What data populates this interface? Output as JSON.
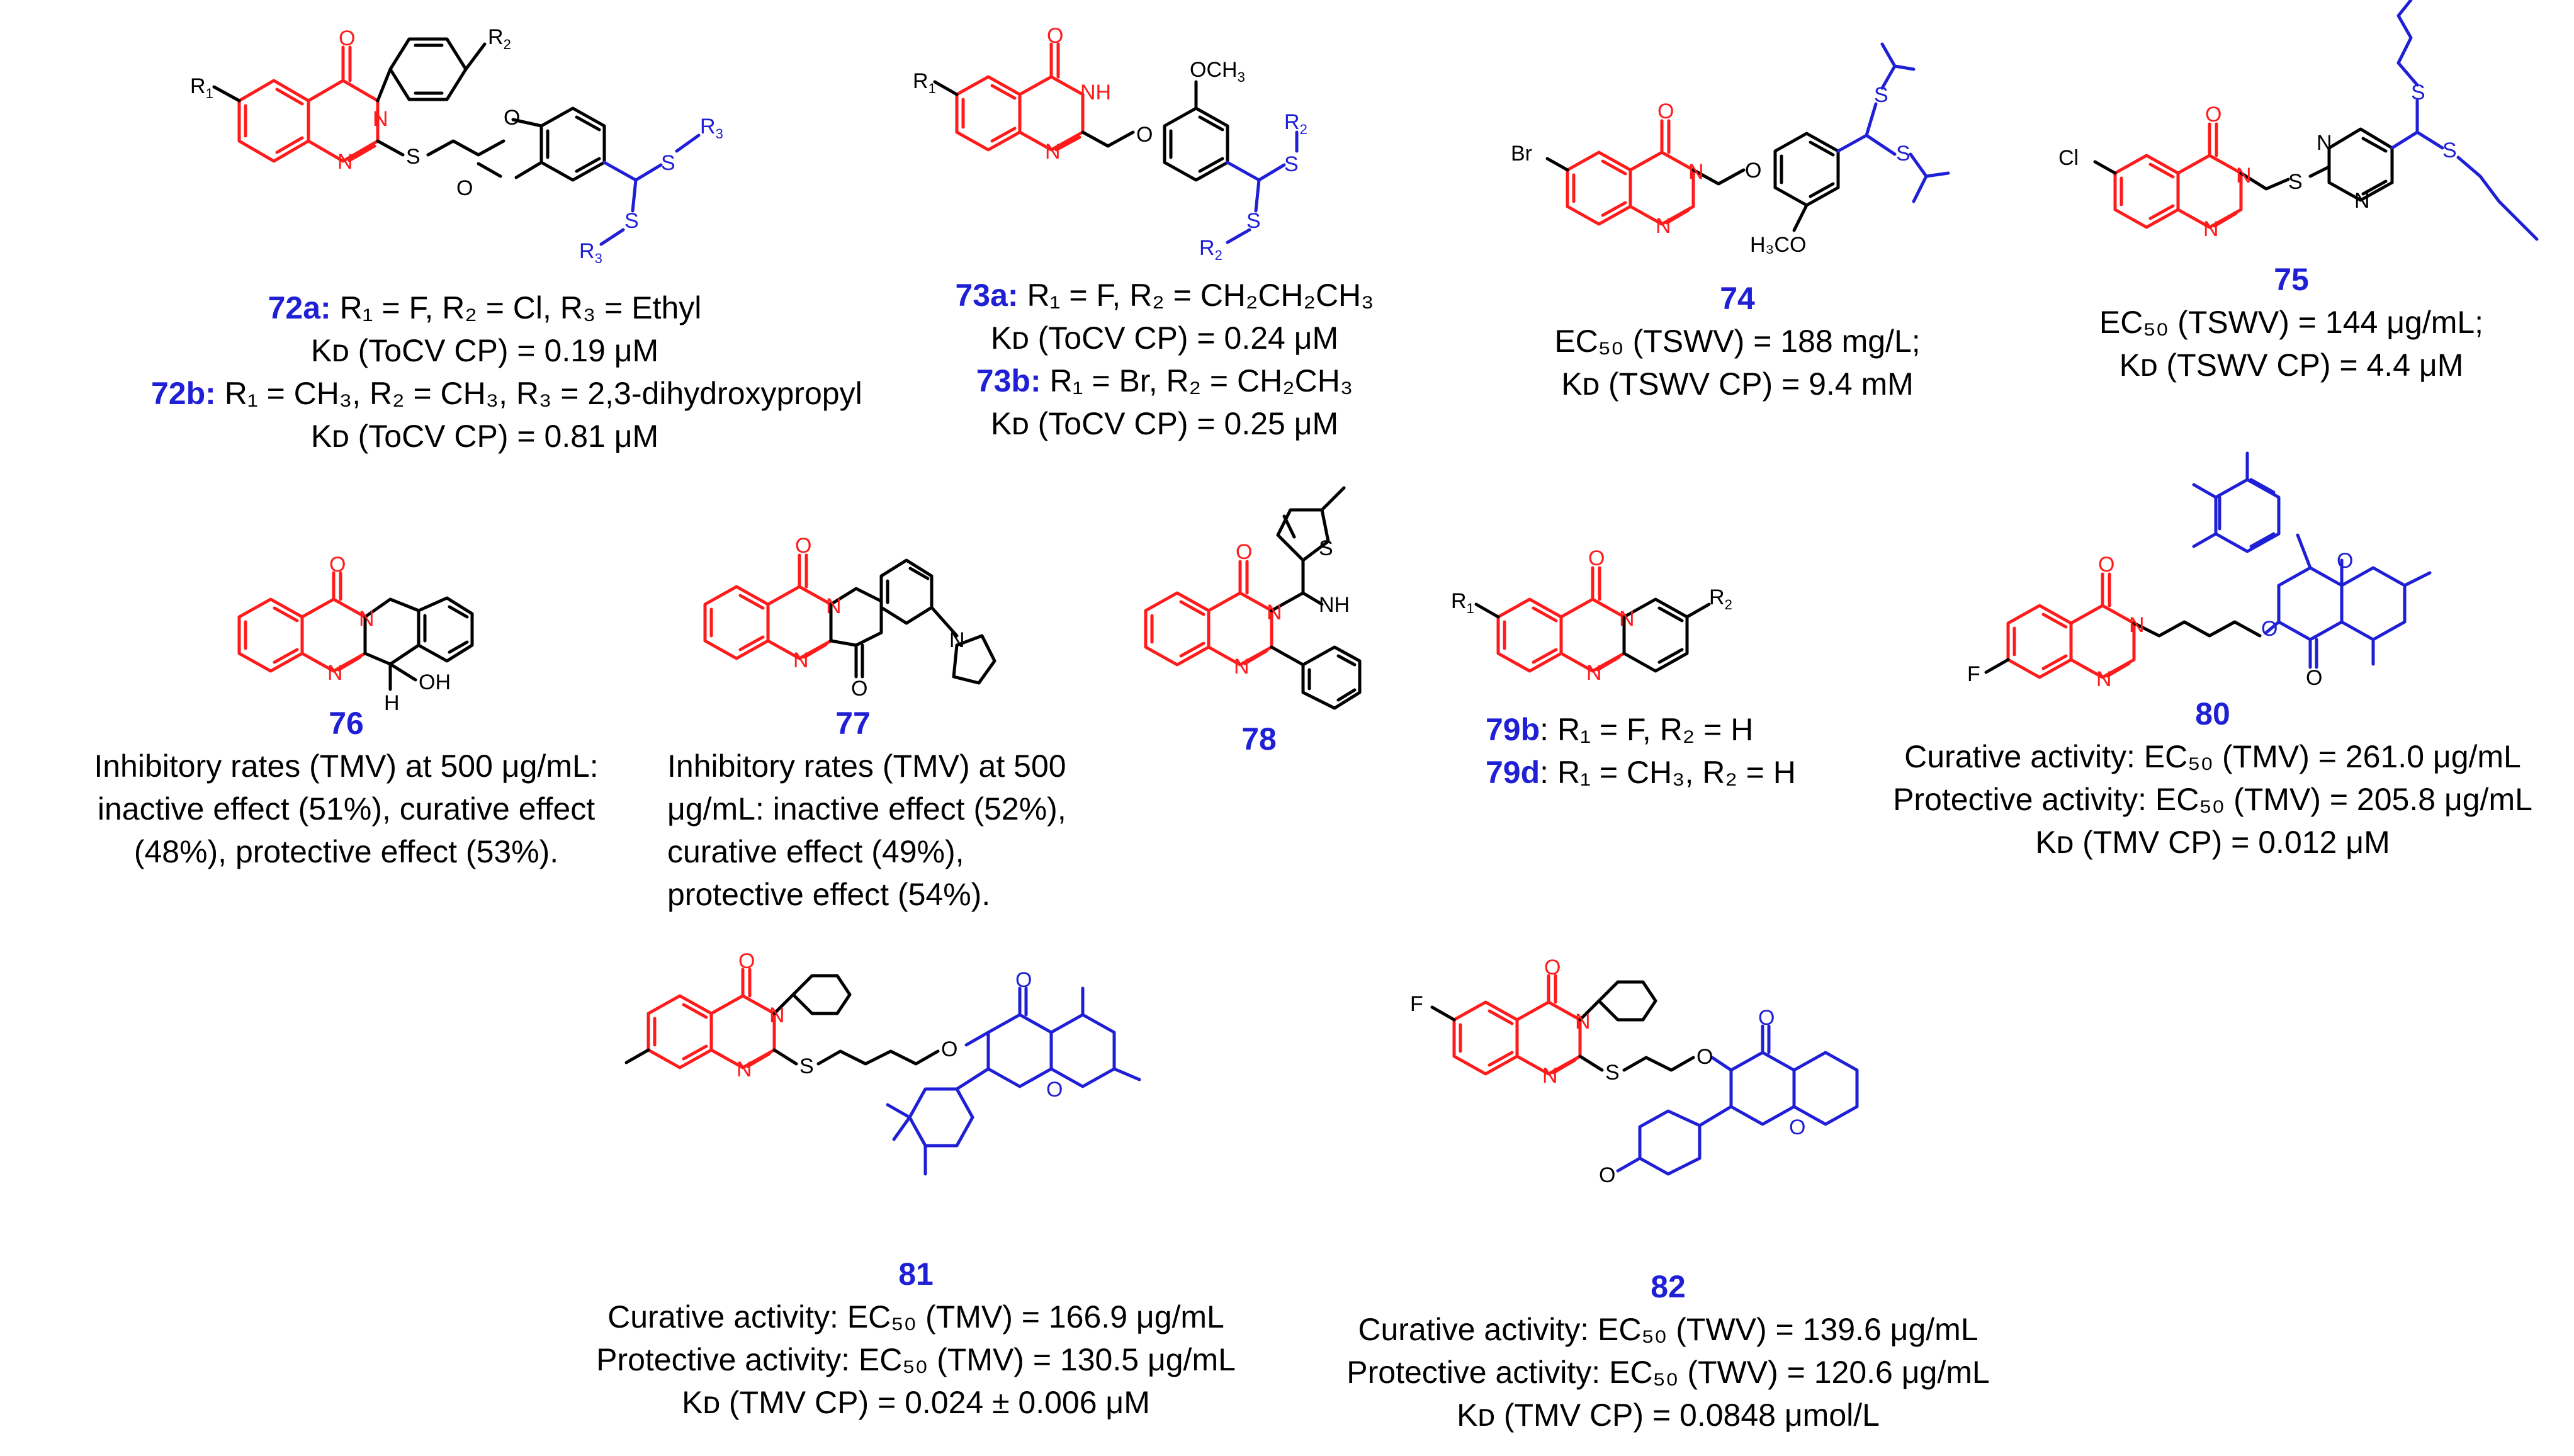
{
  "compounds": [
    {
      "id": "72",
      "labels": {
        "r1": "R",
        "r1_sub": "1",
        "r2": "R",
        "r2_sub": "2",
        "r3": "R",
        "r3_sub": "3",
        "o": "O",
        "n": "N",
        "s": "S"
      },
      "caption": [
        {
          "num": "72a:",
          "text": "R₁ = F, R₂ = Cl, R₃ = Ethyl"
        },
        {
          "num": "",
          "text": "Kᴅ (ToCV CP) = 0.19 μM"
        },
        {
          "num": "72b:",
          "text": "R₁ = CH₃, R₂ = CH₃, R₃ = 2,3-dihydroxypropyl"
        },
        {
          "num": "",
          "text": "Kᴅ (ToCV CP) = 0.81 μM"
        }
      ]
    },
    {
      "id": "73",
      "labels": {
        "r1": "R",
        "r1_sub": "1",
        "r2": "R",
        "r2_sub": "2",
        "och3": "OCH",
        "och3_sub": "3",
        "o": "O",
        "n": "N",
        "nh": "NH",
        "s": "S"
      },
      "caption": [
        {
          "num": "73a:",
          "text": "R₁ = F, R₂ = CH₂CH₂CH₃"
        },
        {
          "num": "",
          "text": "Kᴅ (ToCV CP) = 0.24 μM"
        },
        {
          "num": "73b:",
          "text": "R₁ = Br, R₂ = CH₂CH₃"
        },
        {
          "num": "",
          "text": "Kᴅ (ToCV CP) = 0.25 μM"
        }
      ]
    },
    {
      "id": "74",
      "labels": {
        "br": "Br",
        "o": "O",
        "n": "N",
        "s": "S",
        "och3": "H₃CO"
      },
      "num": "74",
      "caption": [
        {
          "num": "",
          "text": "EC₅₀ (TSWV) = 188 mg/L;"
        },
        {
          "num": "",
          "text": "Kᴅ (TSWV CP) = 9.4 mM"
        }
      ]
    },
    {
      "id": "75",
      "labels": {
        "cl": "Cl",
        "o": "O",
        "n": "N",
        "s": "S"
      },
      "num": "75",
      "caption": [
        {
          "num": "",
          "text": "EC₅₀ (TSWV) = 144 μg/mL;"
        },
        {
          "num": "",
          "text": "Kᴅ (TSWV CP) = 4.4 μM"
        }
      ]
    },
    {
      "id": "76",
      "labels": {
        "o": "O",
        "n": "N",
        "h": "H",
        "oh": "OH"
      },
      "num": "76",
      "caption": [
        {
          "num": "",
          "text": "Inhibitory rates (TMV) at 500 μg/mL:"
        },
        {
          "num": "",
          "text": "inactive effect (51%), curative effect"
        },
        {
          "num": "",
          "text": "(48%), protective effect (53%)."
        }
      ]
    },
    {
      "id": "77",
      "labels": {
        "o": "O",
        "n": "N"
      },
      "num": "77",
      "caption": [
        {
          "num": "",
          "text": "Inhibitory rates (TMV) at 500"
        },
        {
          "num": "",
          "text": "μg/mL: inactive effect (52%),"
        },
        {
          "num": "",
          "text": "curative effect (49%),"
        },
        {
          "num": "",
          "text": "protective effect (54%)."
        }
      ]
    },
    {
      "id": "78",
      "labels": {
        "o": "O",
        "n": "N",
        "nh": "NH",
        "s": "S"
      },
      "num": "78"
    },
    {
      "id": "79",
      "labels": {
        "r1": "R",
        "r1_sub": "1",
        "r2": "R",
        "r2_sub": "2",
        "o": "O",
        "n": "N"
      },
      "caption": [
        {
          "num": "79b",
          "text": ": R₁ = F, R₂ = H"
        },
        {
          "num": "79d",
          "text": ": R₁ = CH₃, R₂ = H"
        }
      ]
    },
    {
      "id": "80",
      "labels": {
        "f": "F",
        "o": "O",
        "n": "N"
      },
      "num": "80",
      "caption": [
        {
          "num": "",
          "text": "Curative activity: EC₅₀ (TMV) = 261.0 μg/mL"
        },
        {
          "num": "",
          "text": "Protective activity: EC₅₀ (TMV) = 205.8 μg/mL"
        },
        {
          "num": "",
          "text": "Kᴅ (TMV CP) = 0.012 μM"
        }
      ]
    },
    {
      "id": "81",
      "labels": {
        "o": "O",
        "n": "N",
        "s": "S"
      },
      "num": "81",
      "caption": [
        {
          "num": "",
          "text": "Curative activity: EC₅₀ (TMV) = 166.9 μg/mL"
        },
        {
          "num": "",
          "text": "Protective activity: EC₅₀ (TMV) = 130.5 μg/mL"
        },
        {
          "num": "",
          "text": "Kᴅ (TMV CP) = 0.024 ± 0.006 μM"
        }
      ]
    },
    {
      "id": "82",
      "labels": {
        "f": "F",
        "o": "O",
        "n": "N",
        "s": "S"
      },
      "num": "82",
      "caption": [
        {
          "num": "",
          "text": "Curative activity: EC₅₀ (TWV) = 139.6 μg/mL"
        },
        {
          "num": "",
          "text": "Protective activity: EC₅₀ (TWV) = 120.6 μg/mL"
        },
        {
          "num": "",
          "text": "Kᴅ (TMV CP) = 0.0848 μmol/L"
        }
      ]
    }
  ],
  "colors": {
    "core": "#ff1b1b",
    "side": "#1f1fd6",
    "label": "#1f1fd6",
    "text": "#000000"
  }
}
